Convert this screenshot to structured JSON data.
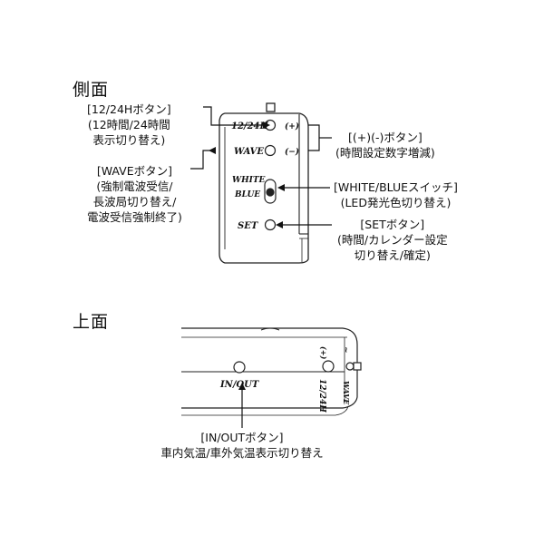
{
  "side_view": {
    "heading": "側面",
    "device_labels": {
      "mode_1224": "12/24H",
      "plus": "(+)",
      "wave": "WAVE",
      "minus": "(−)",
      "white": "WHITE",
      "blue": "BLUE",
      "set": "SET"
    },
    "callouts": {
      "btn_1224": [
        "[12/24Hボタン]",
        "(12時間/24時間",
        "表示切り替え)"
      ],
      "btn_wave": [
        "[WAVEボタン]",
        "(強制電波受信/",
        "長波局切り替え/",
        "電波受信強制終了)"
      ],
      "btn_plusminus": [
        "[(+)(-)ボタン]",
        "(時間設定数字増減)"
      ],
      "sw_whiteblue": [
        "[WHITE/BLUEスイッチ]",
        "(LED発光色切り替え)"
      ],
      "btn_set": [
        "[SETボタン]",
        "(時間/カレンダー設定",
        "切り替え/確定)"
      ]
    }
  },
  "top_view": {
    "heading": "上面",
    "device_labels": {
      "inout": "IN/OUT",
      "mode_1224": "12/24H",
      "wave": "WAVE"
    },
    "callouts": {
      "btn_inout": [
        "[IN/OUTボタン]",
        "車内気温/車外気温表示切り替え"
      ]
    }
  }
}
